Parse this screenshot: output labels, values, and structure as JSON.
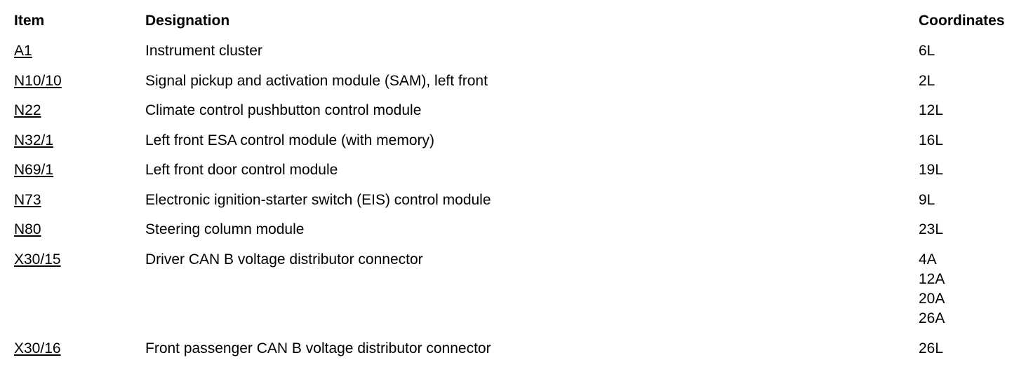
{
  "header": {
    "item": "Item",
    "designation": "Designation",
    "coordinates": "Coordinates"
  },
  "rows": [
    {
      "item": "A1",
      "designation": "Instrument cluster",
      "coordinates": [
        "6L"
      ]
    },
    {
      "item": "N10/10",
      "designation": "Signal pickup and activation module (SAM), left front",
      "coordinates": [
        "2L"
      ]
    },
    {
      "item": "N22",
      "designation": "Climate control pushbutton control module",
      "coordinates": [
        "12L"
      ]
    },
    {
      "item": "N32/1",
      "designation": "Left front ESA control module (with memory)",
      "coordinates": [
        "16L"
      ]
    },
    {
      "item": "N69/1",
      "designation": "Left front door control module",
      "coordinates": [
        "19L"
      ]
    },
    {
      "item": "N73",
      "designation": "Electronic ignition-starter switch (EIS) control module",
      "coordinates": [
        "9L"
      ]
    },
    {
      "item": "N80",
      "designation": "Steering column module",
      "coordinates": [
        "23L"
      ]
    },
    {
      "item": "X30/15",
      "designation": "Driver CAN B voltage distributor connector",
      "coordinates": [
        "4A",
        "12A",
        "20A",
        "26A"
      ]
    },
    {
      "item": "X30/16",
      "designation": "Front passenger CAN B voltage distributor connector",
      "coordinates": [
        "26L"
      ]
    }
  ]
}
